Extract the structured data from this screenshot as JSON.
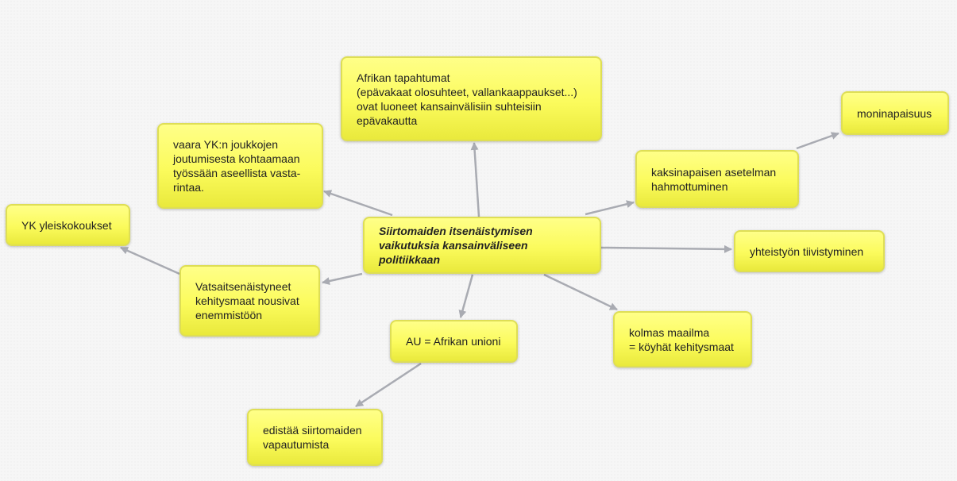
{
  "central": "Siirtomaiden itsenäistymisen\nvaikutuksia kansainväliseen politiikkaan",
  "nodes": {
    "afrikan": "Afrikan tapahtumat\n(epävakaat olosuhteet, vallankaappaukset...)\novat luoneet kansainvälisiin suhteisiin\nepävakautta",
    "vaara": "vaara YK:n joukkojen\njoutumisesta kohtaamaan\ntyössään aseellista vasta-\nrintaa.",
    "yk": "YK yleiskokoukset",
    "vastaitsenaistyneet": "Vatsaitsenäistyneet\nkehitysmaat nousivat\nenemmistöön",
    "au": "AU = Afrikan unioni",
    "edistaa": "edistää siirtomaiden\nvapautumista",
    "kolmas": "kolmas maailma\n= köyhät kehitysmaat",
    "yhteistyo": "yhteistyön tiivistyminen",
    "kaksinapainen": "kaksinapaisen asetelman\nhahmottuminen",
    "moninapaisuus": "moninapaisuus"
  },
  "colors": {
    "node": "#fbfb5c",
    "border": "#dede55",
    "link": "#a9abb2"
  }
}
